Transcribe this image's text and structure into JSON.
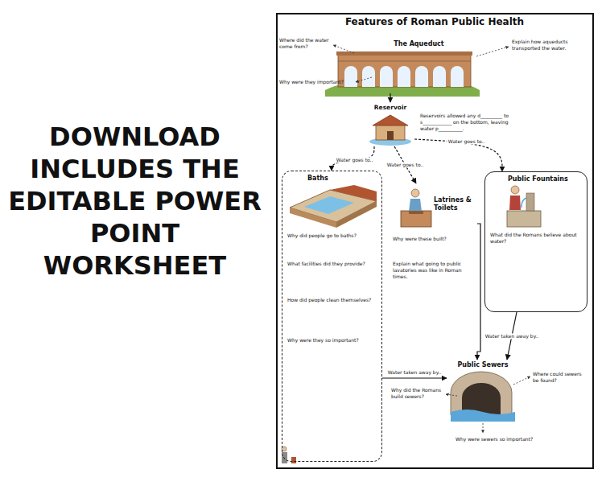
{
  "diagram": {
    "title": "Features of Roman Public Health",
    "nodes": [
      {
        "text": [
          "The Aqueduct"
        ]
      },
      {
        "text": [
          "Reservoir"
        ]
      },
      {
        "text": [
          "Baths",
          "Why did people go to baths?",
          "What facilities did they provide?",
          "How did people clean themselves?",
          "Why were they so important?"
        ]
      },
      {
        "text": [
          "Latrines & Toilets"
        ]
      },
      {
        "text": [
          "Public Fountains",
          "What did the Romans believe about water?"
        ]
      },
      {
        "text": [
          "Public Sewers"
        ]
      }
    ],
    "edges": [
      {
        "from": 0,
        "to": 1,
        "arrow": "to"
      },
      {
        "from": 1,
        "to": 2,
        "label": "Water goes to..",
        "arrow": "to"
      },
      {
        "from": 1,
        "to": 3,
        "label": "Water goes to..",
        "arrow": "to"
      },
      {
        "from": 1,
        "to": 4,
        "label": "Water goes to..",
        "arrow": "to"
      },
      {
        "from": 2,
        "to": 5,
        "label": "Water taken away by..",
        "arrow": "to"
      },
      {
        "from": 4,
        "to": 5,
        "label": "Water taken away by..",
        "arrow": "to"
      },
      {
        "from": 3,
        "to": 5,
        "arrow": "to"
      }
    ],
    "labels": [
      "DOWNLOAD INCLUDES THE EDITABLE POWER POINT WORKSHEET",
      "Where did the water come from?",
      "Explain how aqueducts transported the water.",
      "Why were they important?",
      "Reservoirs allowed any d_________ to s____________ on the bottom, leaving water p__________.",
      "Why were these built?",
      "Explain what going to public lavatories was like in Roman times.",
      "Where could sewers be found?",
      "Why did the Romans build sewers?",
      "Why were sewers so important?"
    ]
  }
}
